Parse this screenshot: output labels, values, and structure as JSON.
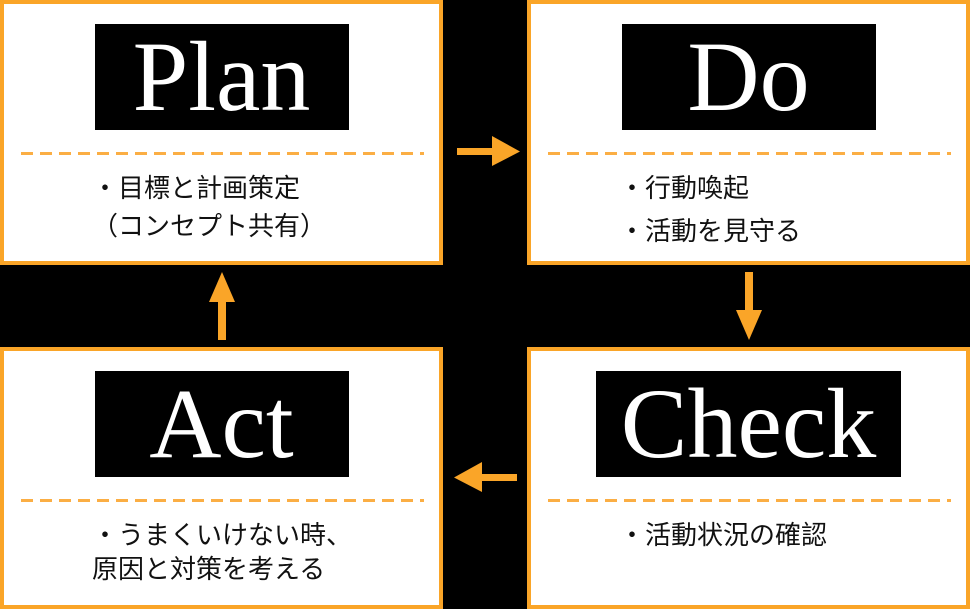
{
  "diagram": {
    "type": "pdca-cycle",
    "colors": {
      "background": "#000000",
      "panel_background": "#ffffff",
      "accent_orange": "#faa528",
      "dash_orange": "#fbae44",
      "header_background": "#000000",
      "header_text": "#ffffff",
      "body_text": "#111111"
    },
    "panels": [
      {
        "id": "plan",
        "label": "Plan",
        "lines": [
          "・目標と計画策定",
          "（コンセプト共有）"
        ]
      },
      {
        "id": "do",
        "label": "Do",
        "lines": [
          "・行動喚起",
          "・活動を見守る"
        ]
      },
      {
        "id": "act",
        "label": "Act",
        "lines": [
          "・うまくいけない時、",
          "原因と対策を考える"
        ]
      },
      {
        "id": "check",
        "label": "Check",
        "lines": [
          "・活動状況の確認"
        ]
      }
    ],
    "arrows": [
      {
        "name": "plan-to-do",
        "direction": "right"
      },
      {
        "name": "do-to-check",
        "direction": "down"
      },
      {
        "name": "check-to-act",
        "direction": "left"
      },
      {
        "name": "act-to-plan",
        "direction": "up"
      }
    ]
  }
}
